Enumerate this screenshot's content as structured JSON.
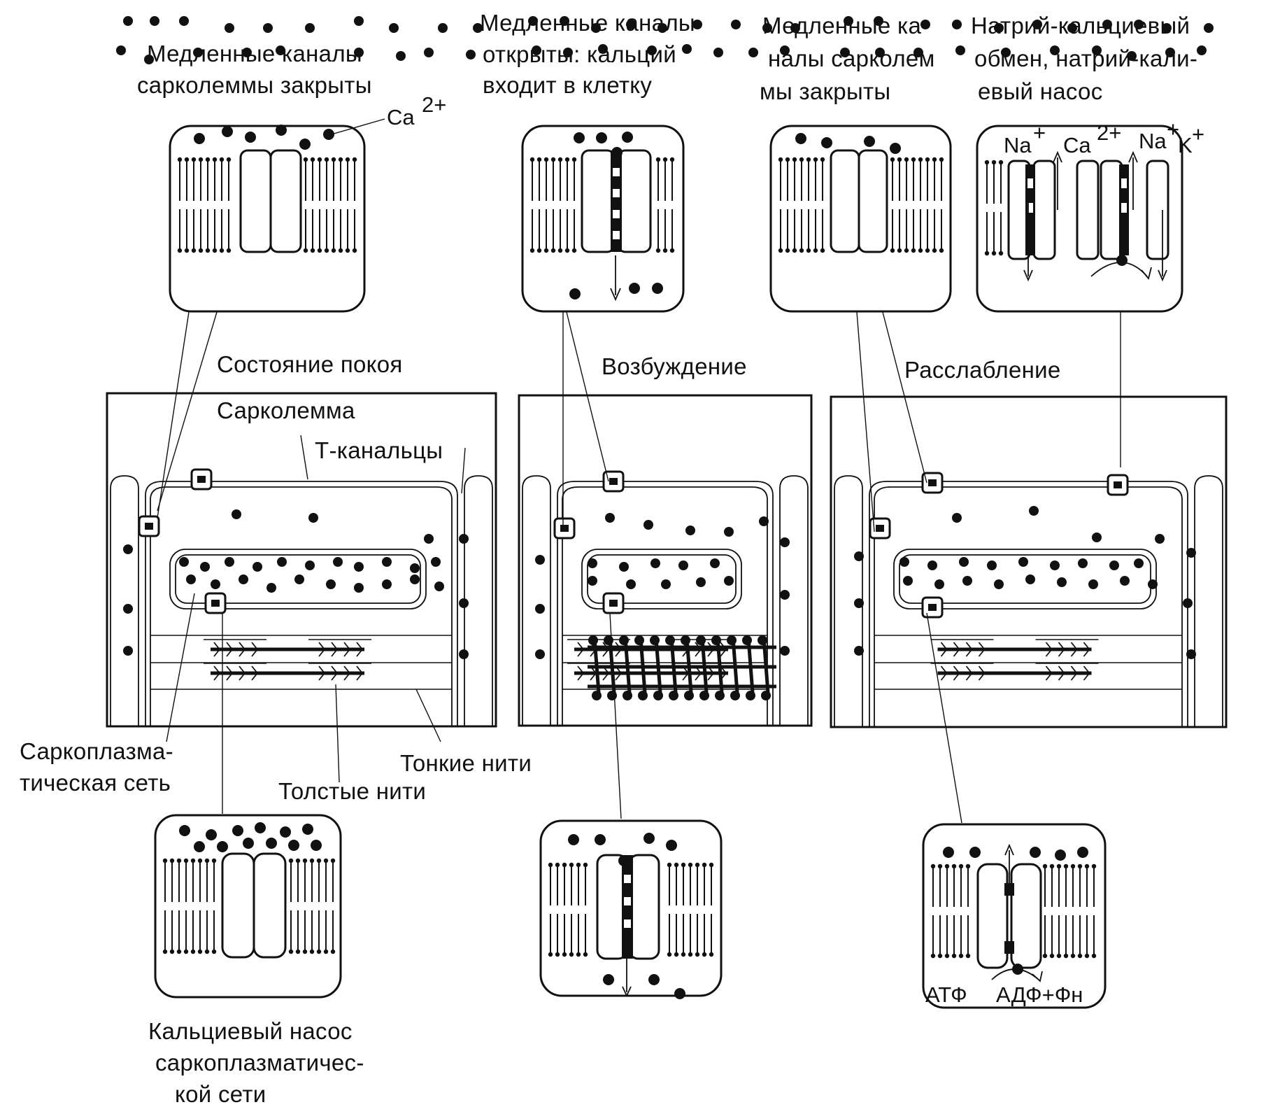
{
  "labels": {
    "slow_closed_1": [
      "Медленные каналы",
      "сарколеммы закрыты"
    ],
    "ca_ion": "Ca",
    "ca_charge": "2+",
    "slow_open": [
      "Медленные каналы",
      "открыты: кальций",
      "входит в клетку"
    ],
    "slow_closed_2": [
      "Медленные ка-",
      "налы сарколем",
      "мы закрыты"
    ],
    "na_ca_exchange": [
      "Натрий-кальциевый",
      "обмен, натрий-кали-",
      "евый насос"
    ],
    "state_rest": "Состояние покоя",
    "state_excitation": "Возбуждение",
    "state_relaxation": "Расслабление",
    "sarcolemma": "Сарколемма",
    "t_tubules": "Т-канальцы",
    "sr": [
      "Саркоплазма-",
      "тическая сеть"
    ],
    "thin_filaments": "Тонкие нити",
    "thick_filaments": "Толстые нити",
    "ca_pump": [
      "Кальциевый насос",
      "саркоплазматичес-",
      "кой сети"
    ],
    "atp": "АТФ",
    "adp": "АДФ+Фн",
    "ion_na": "Na",
    "ion_k": "K",
    "plus": "+"
  }
}
